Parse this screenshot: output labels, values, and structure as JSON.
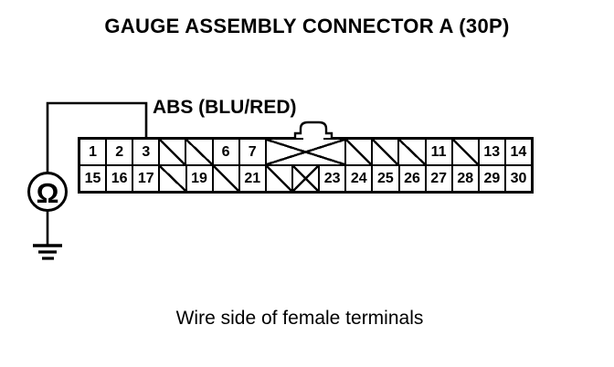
{
  "title": "GAUGE ASSEMBLY CONNECTOR A (30P)",
  "caption": "Wire side of female terminals",
  "wire": {
    "label": "ABS (BLU/RED)",
    "tester_symbol": "Ω",
    "connected_terminal": "3"
  },
  "colors": {
    "ink": "#000000",
    "paper": "#ffffff"
  },
  "connector": {
    "rows": [
      [
        {
          "type": "pin",
          "label": "1"
        },
        {
          "type": "pin",
          "label": "2"
        },
        {
          "type": "pin",
          "label": "3"
        },
        {
          "type": "empty"
        },
        {
          "type": "empty"
        },
        {
          "type": "pin",
          "label": "6"
        },
        {
          "type": "pin",
          "label": "7"
        },
        {
          "type": "blocked",
          "span": 3
        },
        {
          "type": "empty"
        },
        {
          "type": "empty"
        },
        {
          "type": "empty"
        },
        {
          "type": "pin",
          "label": "11"
        },
        {
          "type": "empty"
        },
        {
          "type": "pin",
          "label": "13"
        },
        {
          "type": "pin",
          "label": "14"
        }
      ],
      [
        {
          "type": "pin",
          "label": "15"
        },
        {
          "type": "pin",
          "label": "16"
        },
        {
          "type": "pin",
          "label": "17"
        },
        {
          "type": "empty"
        },
        {
          "type": "pin",
          "label": "19"
        },
        {
          "type": "empty"
        },
        {
          "type": "pin",
          "label": "21"
        },
        {
          "type": "empty"
        },
        {
          "type": "blocked"
        },
        {
          "type": "pin",
          "label": "23"
        },
        {
          "type": "pin",
          "label": "24"
        },
        {
          "type": "pin",
          "label": "25"
        },
        {
          "type": "pin",
          "label": "26"
        },
        {
          "type": "pin",
          "label": "27"
        },
        {
          "type": "pin",
          "label": "28"
        },
        {
          "type": "pin",
          "label": "29"
        },
        {
          "type": "pin",
          "label": "30"
        }
      ]
    ]
  }
}
